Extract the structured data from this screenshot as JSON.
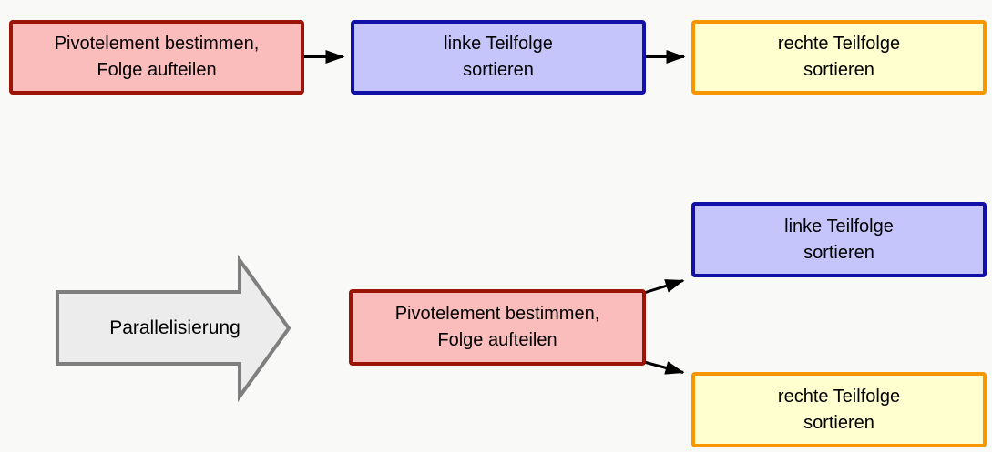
{
  "colors": {
    "canvas_bg": "#f9f9f7",
    "pivot_border": "#9b1407",
    "pivot_fill": "#fbbcbc",
    "left_border": "#1111a8",
    "left_fill": "#c5c5fb",
    "right_border": "#f89600",
    "right_fill": "#ffffcf",
    "transform_border": "#7f7f7f",
    "transform_fill": "#ececec",
    "connector": "#000000",
    "text": "#000000"
  },
  "sequential_flow": {
    "pivot_box": {
      "line1": "Pivotelement bestimmen,",
      "line2": "Folge aufteilen"
    },
    "left_box": {
      "line1": "linke Teilfolge",
      "line2": "sortieren"
    },
    "right_box": {
      "line1": "rechte Teilfolge",
      "line2": "sortieren"
    }
  },
  "parallelization_arrow": {
    "label": "Parallelisierung"
  },
  "parallel_flow": {
    "pivot_box": {
      "line1": "Pivotelement bestimmen,",
      "line2": "Folge aufteilen"
    },
    "left_box": {
      "line1": "linke Teilfolge",
      "line2": "sortieren"
    },
    "right_box": {
      "line1": "rechte Teilfolge",
      "line2": "sortieren"
    }
  }
}
